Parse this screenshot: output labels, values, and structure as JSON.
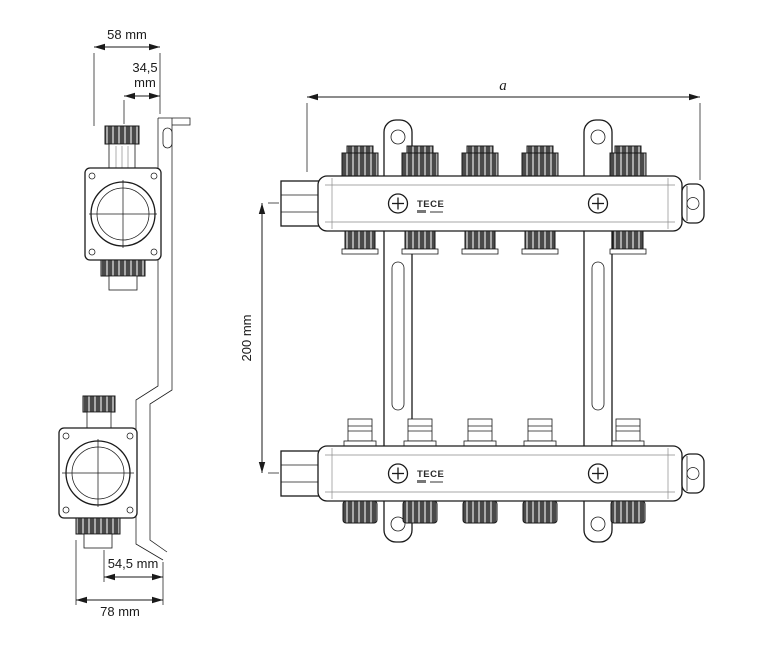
{
  "drawing": {
    "brand": "TECE",
    "dimensions": {
      "top_width": "58 mm",
      "offset_value": "34,5",
      "offset_unit": "mm",
      "span": "a",
      "height": "200 mm",
      "bottom_offset": "54,5 mm",
      "depth": "78 mm"
    },
    "colors": {
      "line": "#1a1a1a",
      "knurl_dark": "#4a4a4a",
      "knurl_light": "#a9a9a9",
      "background": "#ffffff"
    }
  }
}
